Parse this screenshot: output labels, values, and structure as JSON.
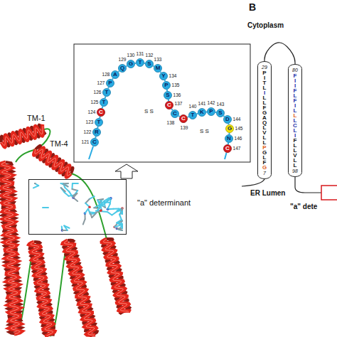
{
  "diagram": {
    "nodes": [
      {
        "text": [
          "121",
          "C"
        ]
      },
      {
        "text": [
          "122",
          "R"
        ]
      },
      {
        "text": [
          "123",
          "T"
        ]
      },
      {
        "text": [
          "124",
          "C"
        ]
      },
      {
        "text": [
          "125",
          "T"
        ]
      },
      {
        "text": [
          "126",
          "T"
        ]
      },
      {
        "text": [
          "127",
          "P"
        ]
      },
      {
        "text": [
          "128",
          "A"
        ]
      },
      {
        "text": [
          "129",
          "Q"
        ]
      },
      {
        "text": [
          "130",
          "G"
        ]
      },
      {
        "text": [
          "131",
          "T"
        ]
      },
      {
        "text": [
          "132",
          "S"
        ]
      },
      {
        "text": [
          "133",
          "M"
        ]
      },
      {
        "text": [
          "134",
          "Y"
        ]
      },
      {
        "text": [
          "135",
          "P"
        ]
      },
      {
        "text": [
          "136",
          "S"
        ]
      },
      {
        "text": [
          "137",
          "C"
        ]
      },
      {
        "text": [
          "138",
          "C"
        ]
      },
      {
        "text": [
          "139",
          "C"
        ]
      },
      {
        "text": [
          "140",
          "T"
        ]
      },
      {
        "text": [
          "141",
          "K"
        ]
      },
      {
        "text": [
          "142",
          "P"
        ]
      },
      {
        "text": [
          "143",
          "S"
        ]
      },
      {
        "text": [
          "144",
          "D"
        ]
      },
      {
        "text": [
          "145",
          "G"
        ]
      },
      {
        "text": [
          "146",
          "N"
        ]
      },
      {
        "text": [
          "147",
          "C"
        ]
      },
      {
        "text": [
          "\"a\" determinant"
        ]
      },
      {
        "text": [
          "29",
          "P",
          "I",
          "T",
          "L",
          "I",
          "L",
          "L",
          "F",
          "G",
          "A",
          "Q",
          "L",
          "V",
          "L",
          "L",
          "P",
          "G",
          "L",
          "F",
          "G",
          "7"
        ]
      },
      {
        "text": [
          "80",
          "F",
          "I",
          "I",
          "F",
          "L",
          "F",
          "I",
          "L",
          "L",
          "L",
          "C",
          "L",
          "I",
          "F",
          "L",
          "L",
          "V",
          "L",
          "L",
          "98"
        ]
      }
    ],
    "edges": [
      {
        "from": 0,
        "to": 1,
        "arrow": "none"
      },
      {
        "from": 1,
        "to": 2,
        "arrow": "none"
      },
      {
        "from": 2,
        "to": 3,
        "arrow": "none"
      },
      {
        "from": 3,
        "to": 4,
        "arrow": "none"
      },
      {
        "from": 4,
        "to": 5,
        "arrow": "none"
      },
      {
        "from": 5,
        "to": 6,
        "arrow": "none"
      },
      {
        "from": 6,
        "to": 7,
        "arrow": "none"
      },
      {
        "from": 7,
        "to": 8,
        "arrow": "none"
      },
      {
        "from": 8,
        "to": 9,
        "arrow": "none"
      },
      {
        "from": 9,
        "to": 10,
        "arrow": "none"
      },
      {
        "from": 10,
        "to": 11,
        "arrow": "none"
      },
      {
        "from": 11,
        "to": 12,
        "arrow": "none"
      },
      {
        "from": 12,
        "to": 13,
        "arrow": "none"
      },
      {
        "from": 13,
        "to": 14,
        "arrow": "none"
      },
      {
        "from": 14,
        "to": 15,
        "arrow": "none"
      },
      {
        "from": 15,
        "to": 16,
        "arrow": "none"
      },
      {
        "from": 16,
        "to": 17,
        "arrow": "none"
      },
      {
        "from": 17,
        "to": 18,
        "arrow": "none"
      },
      {
        "from": 18,
        "to": 19,
        "arrow": "none"
      },
      {
        "from": 19,
        "to": 20,
        "arrow": "none"
      },
      {
        "from": 20,
        "to": 21,
        "arrow": "none"
      },
      {
        "from": 21,
        "to": 22,
        "arrow": "none"
      },
      {
        "from": 22,
        "to": 23,
        "arrow": "none"
      },
      {
        "from": 23,
        "to": 24,
        "arrow": "none"
      },
      {
        "from": 24,
        "to": 25,
        "arrow": "none"
      },
      {
        "from": 25,
        "to": 26,
        "arrow": "none"
      },
      {
        "from": 28,
        "to": 29,
        "arrow": "none"
      }
    ],
    "labels": [
      "TM-1",
      "TM-4",
      "S S",
      "S S",
      "B",
      "Cytoplasm",
      "ER Lumen",
      "\"a\" dete"
    ]
  }
}
